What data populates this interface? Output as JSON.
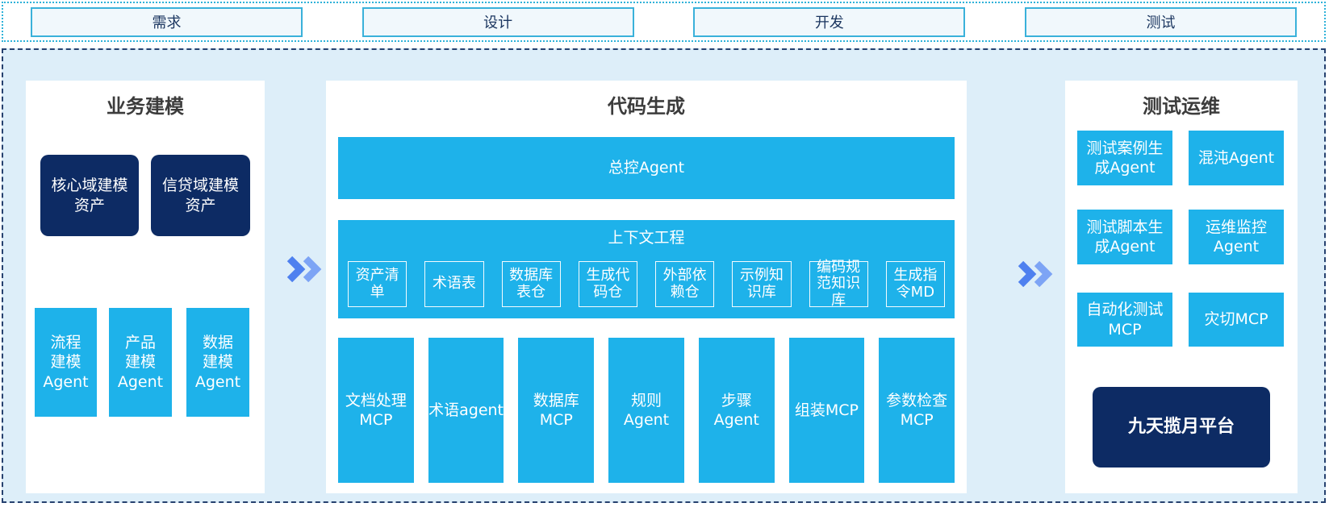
{
  "top_flow": {
    "steps": [
      {
        "label": "需求"
      },
      {
        "label": "设计"
      },
      {
        "label": "开发"
      },
      {
        "label": "测试"
      }
    ]
  },
  "panels": {
    "business": {
      "title": "业务建模",
      "assets": [
        {
          "label": "核心域建模\n资产"
        },
        {
          "label": "信贷域建模\n资产"
        }
      ],
      "agents": [
        {
          "label": "流程\n建模\nAgent"
        },
        {
          "label": "产品\n建模\nAgent"
        },
        {
          "label": "数据\n建模\nAgent"
        }
      ]
    },
    "codegen": {
      "title": "代码生成",
      "master_agent": "总控Agent",
      "context": {
        "title": "上下文工程",
        "items": [
          {
            "label": "资产清\n单"
          },
          {
            "label": "术语表"
          },
          {
            "label": "数据库\n表仓"
          },
          {
            "label": "生成代\n码仓"
          },
          {
            "label": "外部依\n赖仓"
          },
          {
            "label": "示例知\n识库"
          },
          {
            "label": "编码规\n范知识\n库"
          },
          {
            "label": "生成指\n令MD"
          }
        ]
      },
      "workers": [
        {
          "label": "文档处理\nMCP"
        },
        {
          "label": "术语agent"
        },
        {
          "label": "数据库\nMCP"
        },
        {
          "label": "规则Agent"
        },
        {
          "label": "步骤Agent"
        },
        {
          "label": "组装MCP"
        },
        {
          "label": "参数检查\nMCP"
        }
      ]
    },
    "testops": {
      "title": "测试运维",
      "boxes": [
        {
          "label": "测试案例生\n成Agent"
        },
        {
          "label": "混沌Agent"
        },
        {
          "label": "测试脚本生\n成Agent"
        },
        {
          "label": "运维监控\nAgent"
        },
        {
          "label": "自动化测试\nMCP"
        },
        {
          "label": "灾切MCP"
        }
      ],
      "platform": {
        "label": "九天揽月平台"
      }
    }
  },
  "arrows": {
    "icon": "double-chevron-right"
  },
  "palette": {
    "cyan": "#1eb2ea",
    "navy": "#0d2b64",
    "container_bg": "#ddeef9",
    "container_border": "#26416f",
    "flow_strip_border": "#2fb2d9",
    "flow_box_border": "#3ab1da",
    "flow_box_bg": "#f1f8fc",
    "flow_text": "#1a355f",
    "title_text": "#3c3c3c",
    "chevron_dark": "#4e80ef",
    "chevron_light": "#7da4f5"
  }
}
